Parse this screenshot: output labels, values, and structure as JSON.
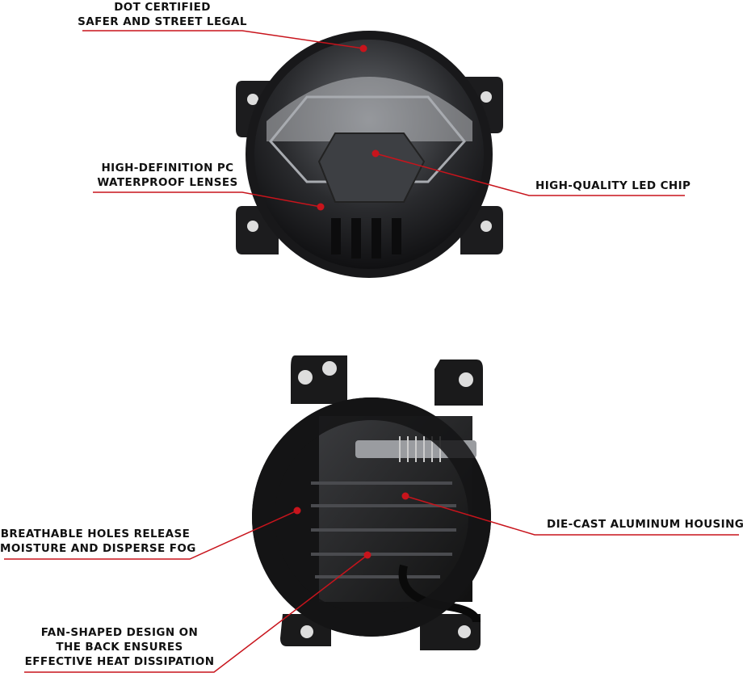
{
  "colors": {
    "accent": "#c8141c",
    "product": "#1c1c1e",
    "background": "#ffffff"
  },
  "callouts": {
    "dot": {
      "lines": [
        "DOT CERTIFIED",
        "SAFER AND STREET LEGAL"
      ]
    },
    "lens": {
      "lines": [
        "HIGH-DEFINITION PC",
        "WATERPROOF LENSES"
      ]
    },
    "chip": {
      "lines": [
        "HIGH-QUALITY LED CHIP"
      ]
    },
    "housing": {
      "lines": [
        "DIE-CAST ALUMINUM HOUSING"
      ]
    },
    "holes": {
      "lines": [
        "BREATHABLE HOLES RELEASE",
        "MOISTURE AND DISPERSE FOG"
      ]
    },
    "fan": {
      "lines": [
        "FAN-SHAPED DESIGN ON",
        "THE BACK ENSURES",
        "EFFECTIVE HEAT DISSIPATION"
      ]
    }
  }
}
